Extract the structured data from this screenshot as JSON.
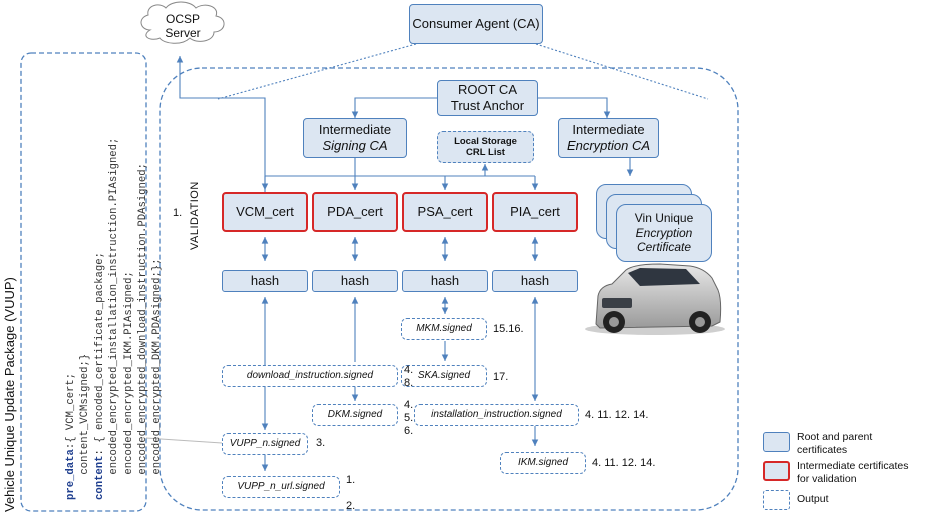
{
  "ocsp": {
    "line1": "OCSP",
    "line2": "Server"
  },
  "consumer_agent": "Consumer Agent (CA)",
  "root_ca": {
    "line1": "ROOT CA",
    "line2": "Trust Anchor"
  },
  "signing_ca": {
    "line1": "Intermediate",
    "line2": "Signing CA"
  },
  "encryption_ca": {
    "line1": "Intermediate",
    "line2": "Encryption CA"
  },
  "local_storage": {
    "line1": "Local Storage",
    "line2": "CRL List"
  },
  "vin_cert": {
    "line1": "Vin Unique",
    "line2": "Encryption",
    "line3": "Certificate"
  },
  "validation_label": "VALIDATION",
  "validation_step": "1.",
  "certs": [
    "VCM_cert",
    "PDA_cert",
    "PSA_cert",
    "PIA_cert"
  ],
  "hash_label": "hash",
  "outputs": {
    "mkm": "MKM.signed",
    "ska": "SKA.signed",
    "download": "download_instruction.signed",
    "dkm": "DKM.signed",
    "installation": "installation_instruction.signed",
    "vupp_n": "VUPP_n.signed",
    "ikm": "IKM.signed",
    "vupp_url": "VUPP_n_url.signed"
  },
  "steps": {
    "mkm": "15.16.",
    "ska": "17.",
    "download": "4.\n8.",
    "dkm": "4.\n5.\n6.",
    "installation": "4. 11. 12. 14.",
    "vupp_n": "3.",
    "ikm": "4. 11. 12. 14.",
    "vupp_url": "1.\n\n2."
  },
  "package": {
    "title": "Vehicle Unique Update Package (VUUP)",
    "pre_data_kw": "pre_data",
    "pre_data_rest": ":{ VCM_cert;",
    "content_vcm": "content_VCMsigned;}",
    "content_kw": "content",
    "content_rest": ": { encoded_certificate_package;",
    "lines": [
      "encoded_encrypted_installation_instruction.PIAsigned;",
      "encoded_encrypted_IKM.PIAsigned;",
      "encoded_encrypted_download_instruction.PDAsigned;",
      "encoded_encrypted_DKM.PDAsigned;};"
    ]
  },
  "legend": {
    "root": "Root and parent\ncertificates",
    "intermediate": "Intermediate certificates\nfor validation",
    "output": "Output"
  },
  "colors": {
    "accent_blue": "#4f81bd",
    "fill_blue": "#dce6f2",
    "validation_red": "#d62828"
  }
}
